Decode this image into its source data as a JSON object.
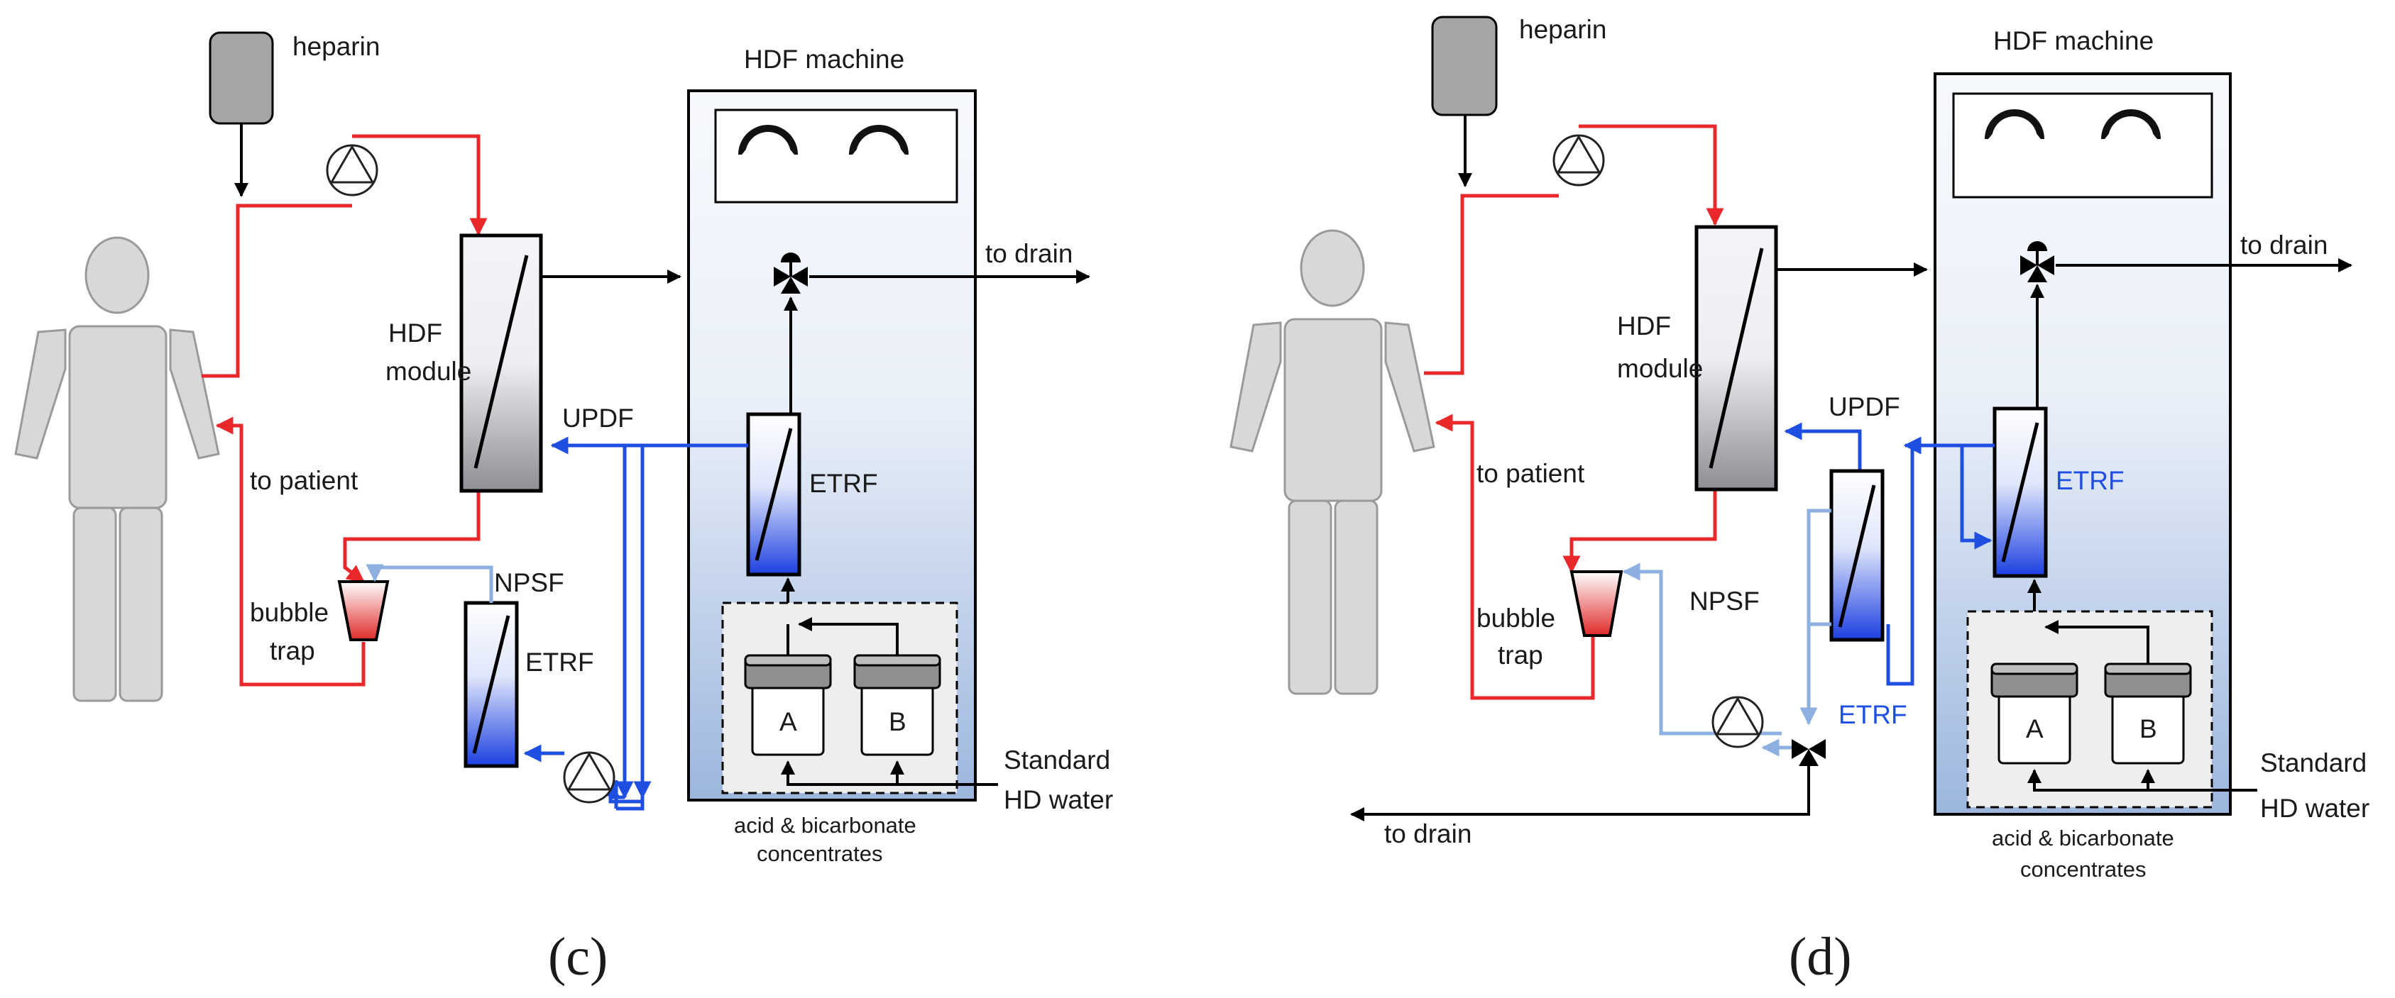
{
  "panels": [
    {
      "caption": "(c)",
      "labels": {
        "heparin": "heparin",
        "machine": "HDF machine",
        "to_drain": "to drain",
        "hdf": "HDF",
        "module": "module",
        "updf": "UPDF",
        "etrf_main": "ETRF",
        "to_patient": "to patient",
        "npsf": "NPSF",
        "bubble": "bubble",
        "trap": "trap",
        "etrf_ext": "ETRF",
        "cart_a": "A",
        "cart_b": "B",
        "standard": "Standard",
        "hd_water": "HD water",
        "acid": "acid & bicarbonate",
        "concentrates": "concentrates"
      }
    },
    {
      "caption": "(d)",
      "labels": {
        "heparin": "heparin",
        "machine": "HDF machine",
        "to_drain": "to drain",
        "hdf": "HDF",
        "module": "module",
        "updf": "UPDF",
        "etrf_main": "ETRF",
        "to_patient": "to patient",
        "npsf": "NPSF",
        "bubble": "bubble",
        "trap": "trap",
        "etrf_ext": "ETRF",
        "cart_a": "A",
        "cart_b": "B",
        "standard": "Standard",
        "hd_water": "HD water",
        "acid": "acid & bicarbonate",
        "concentrates": "concentrates",
        "to_drain_bottom": "to drain"
      }
    }
  ],
  "colors": {
    "blood_line": "#e8282b",
    "dialysate_line": "#1f4fe0",
    "filtrate_line_light": "#8eb0e0",
    "machine_gradient_top": "#eef3fa",
    "machine_gradient_bottom": "#9fb8df",
    "figure_gray": "#d8d8d8"
  }
}
